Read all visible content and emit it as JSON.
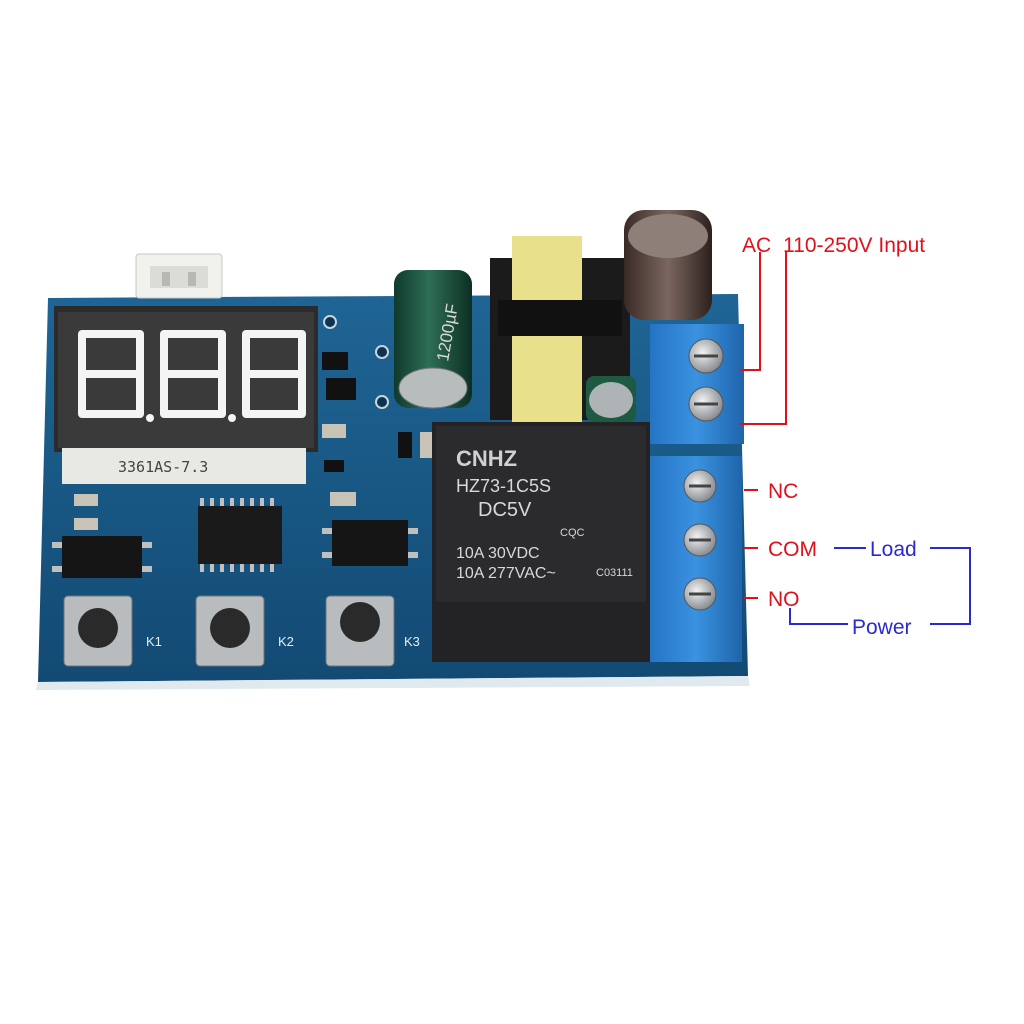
{
  "display": {
    "part_number": "3361AS-7.3"
  },
  "capacitor": {
    "marking": "1200µF"
  },
  "relay": {
    "brand": "CNHZ",
    "model": "HZ73-1C5S",
    "coil": "DC5V",
    "cert": "CQC",
    "rating_dc": "10A 30VDC",
    "rating_ac": "10A 277VAC~",
    "code": "C03111"
  },
  "buttons": [
    {
      "label": "K1"
    },
    {
      "label": "K2"
    },
    {
      "label": "K3"
    }
  ],
  "terminals": {
    "ac_input_prefix": "AC",
    "ac_input_rest": "110-250V Input",
    "nc": "NC",
    "com": "COM",
    "no": "NO",
    "load": "Load",
    "power": "Power"
  },
  "colors": {
    "pcb": "#1a5a8a",
    "terminal_block": "#2f86d6",
    "label_red": "#e0101a",
    "label_blue": "#2a2ad0"
  }
}
